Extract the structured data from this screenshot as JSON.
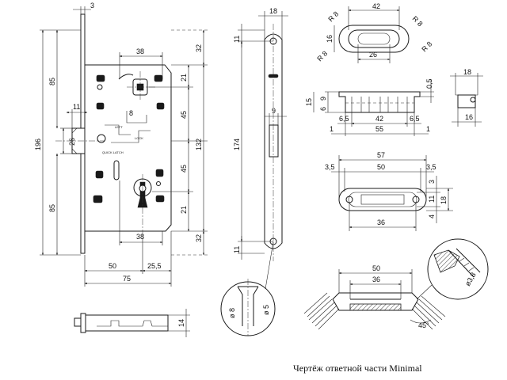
{
  "caption": "Чертёж ответной части Minimal",
  "lock_body": {
    "dims": {
      "plate_thickness": "3",
      "top_width": "38",
      "bottom_width": "38",
      "total_height": "196",
      "upper_height": "85",
      "lower_height": "85",
      "latch_offset": "11",
      "latch_height": "26",
      "right_top": "32",
      "right_a": "21",
      "right_b": "45",
      "right_total": "132",
      "right_c": "45",
      "right_d": "21",
      "right_bottom": "32",
      "backset_body": "50",
      "backset": "25,5",
      "depth": "75",
      "handle_gap": "8",
      "handle_square": "14"
    },
    "labels": {
      "quick_latch": "QUICK LATCH",
      "left": "LEFT",
      "lock": "LOCK"
    }
  },
  "faceplate": {
    "dims": {
      "width": "18",
      "top_offset": "11",
      "hole_spacing": "174",
      "latch_width": "9",
      "bottom_offset": "11"
    }
  },
  "detail_screw": {
    "dims": {
      "head_diameter": "ø 8",
      "shank_diameter": "ø 5"
    }
  },
  "strike_top": {
    "dims": {
      "outer_length": "42",
      "inner_length": "26",
      "width": "16",
      "radius_1": "R 8",
      "radius_2": "R 8",
      "radius_3": "R 8",
      "radius_4": "R 8"
    }
  },
  "strike_side": {
    "dims": {
      "height": "15",
      "part_a": "9",
      "part_b": "6",
      "edge_left": "6,5",
      "middle": "42",
      "edge_right": "6,5",
      "total": "55",
      "offset_left": "1",
      "offset_right": "1",
      "lip": "0,5"
    }
  },
  "strike_end": {
    "dims": {
      "width_top": "18",
      "width_bottom": "16"
    }
  },
  "strike_plate": {
    "dims": {
      "total": "57",
      "inner": "50",
      "margin_left": "3,5",
      "margin_right": "3,5",
      "hole_spacing": "36",
      "height": "18",
      "inner_height": "11",
      "top_gap": "3",
      "bottom_gap": "4"
    }
  },
  "strike_section": {
    "dims": {
      "outer": "50",
      "inner": "36",
      "screw_diameter": "ø3,8",
      "angle": "45°"
    }
  }
}
